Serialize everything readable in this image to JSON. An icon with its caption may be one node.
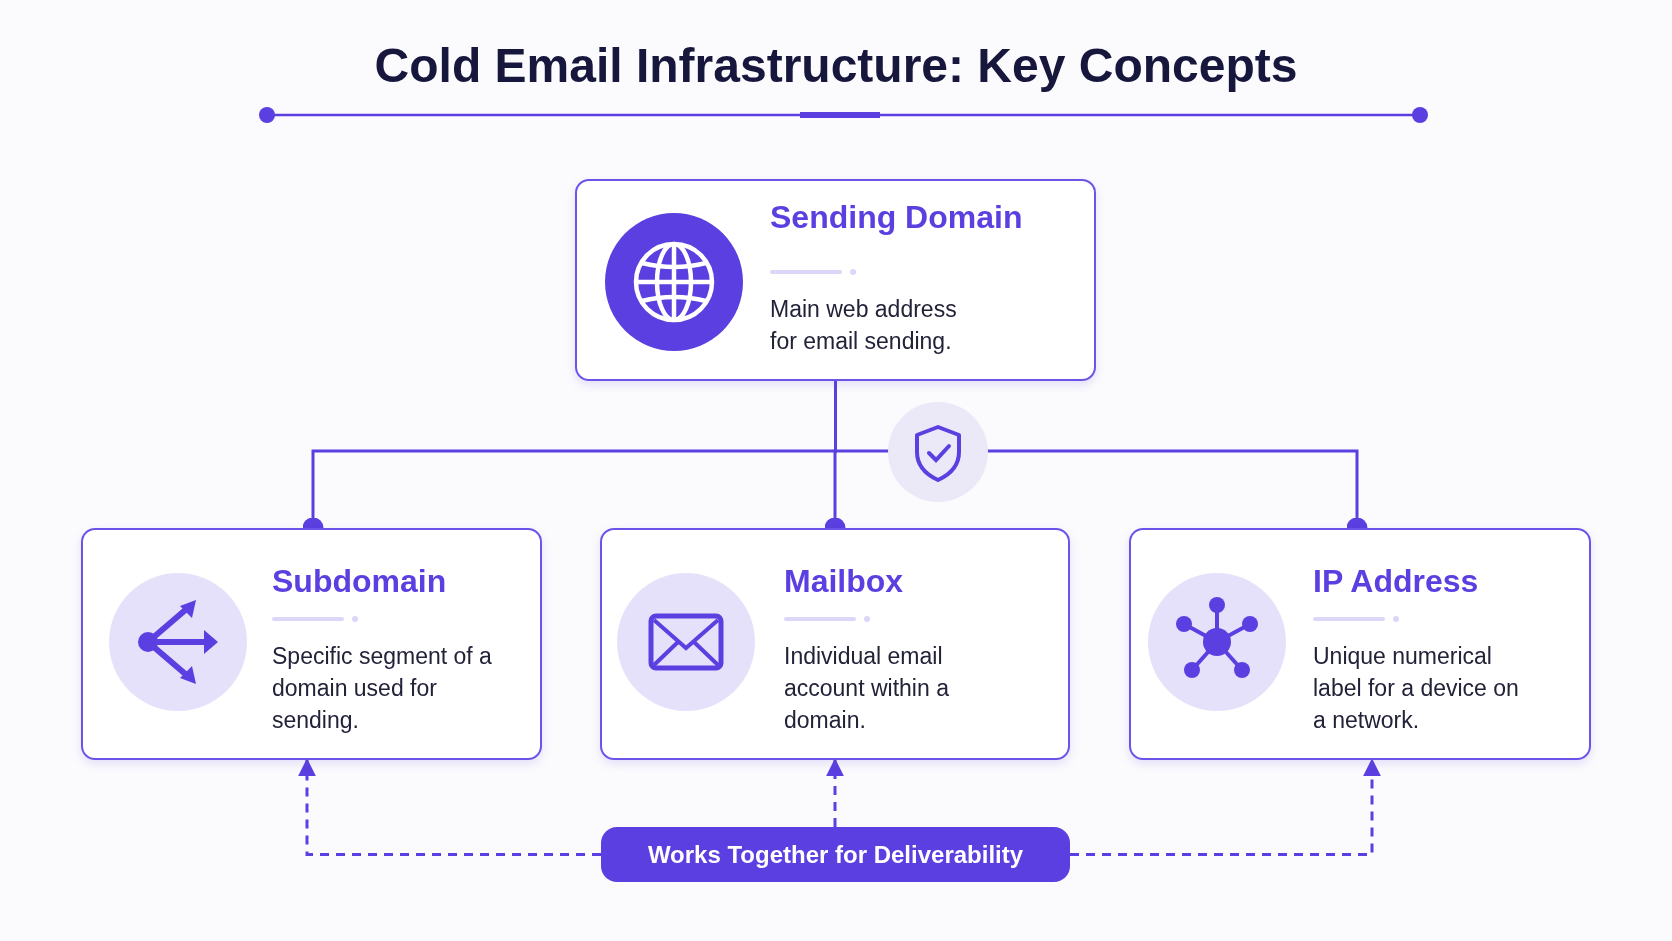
{
  "diagram": {
    "title": "Cold Email Infrastructure: Key Concepts",
    "nodes": [
      {
        "text": [
          "Sending Domain",
          "Main web address for email sending."
        ]
      },
      {
        "text": [
          "Subdomain",
          "Specific segment of a domain used for sending."
        ]
      },
      {
        "text": [
          "Mailbox",
          "Individual email account within a domain."
        ]
      },
      {
        "text": [
          "IP Address",
          "Unique numerical label for a device on a network."
        ]
      },
      {
        "text": [
          "Works Together for Deliverability"
        ]
      }
    ],
    "edges": [
      {
        "from": 0,
        "to": 1,
        "arrow": "other"
      },
      {
        "from": 0,
        "to": 2,
        "arrow": "other"
      },
      {
        "from": 0,
        "to": 3,
        "arrow": "other"
      },
      {
        "from": 4,
        "to": 1,
        "arrow": "to",
        "style": "dashed"
      },
      {
        "from": 4,
        "to": 2,
        "arrow": "to",
        "style": "dashed"
      },
      {
        "from": 4,
        "to": 3,
        "arrow": "to",
        "style": "dashed"
      }
    ]
  }
}
